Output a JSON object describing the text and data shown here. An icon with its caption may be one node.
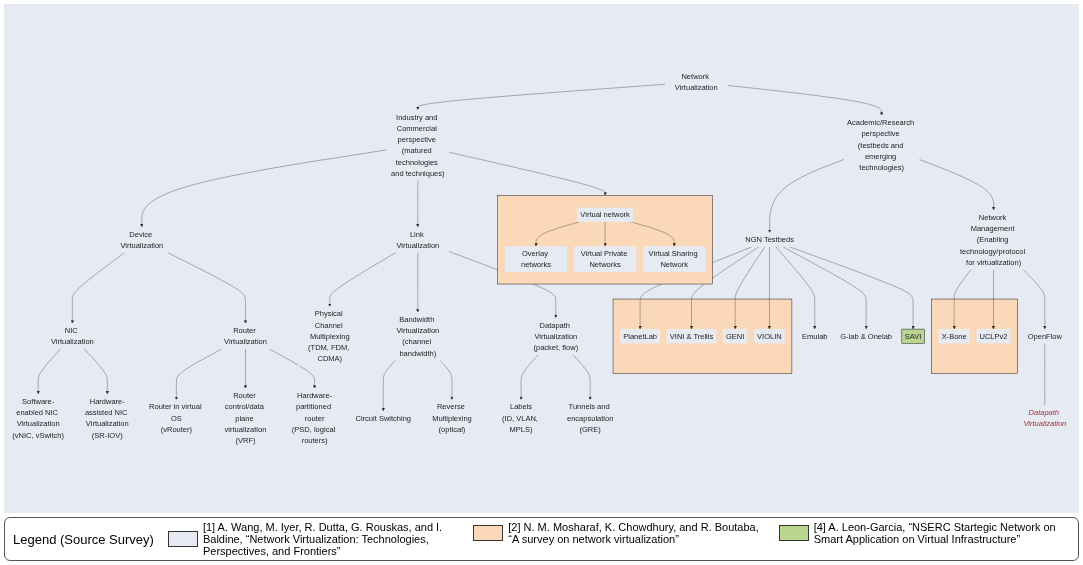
{
  "diagram": {
    "nodes": [
      {
        "text": [
          "Network Virtualization"
        ]
      },
      {
        "text": [
          "Industry and Commercial perspective (matured technologies and techniques)"
        ]
      },
      {
        "text": [
          "Academic/Research perspective (testbeds and emerging technologies)"
        ]
      },
      {
        "text": [
          "Device Virtualization"
        ]
      },
      {
        "text": [
          "Link Virtualization"
        ]
      },
      {
        "text": [],
        "shape": "box"
      },
      {
        "text": [
          "Virtual network"
        ],
        "in": 5
      },
      {
        "text": [
          "Overlay networks"
        ],
        "in": 5
      },
      {
        "text": [
          "Virtual Private Networks"
        ],
        "in": 5
      },
      {
        "text": [
          "Virtual Sharing Network"
        ],
        "in": 5
      },
      {
        "text": [
          "NIC Virtualization"
        ]
      },
      {
        "text": [
          "Router Virtualization"
        ]
      },
      {
        "text": [
          "Physical Channel Multiplexing",
          "(TDM, FDM, CDMA)"
        ]
      },
      {
        "text": [
          "Bandwidth Virtualization",
          "(channel bandwidth)"
        ]
      },
      {
        "text": [
          "Datapath Virtualization",
          "(packet, flow)"
        ]
      },
      {
        "text": [
          "Software-enabled NIC Virtualization",
          "(vNIC, vSwitch)"
        ]
      },
      {
        "text": [
          "Hardware-assisted NIC Virtualization",
          "(SR-IOV)"
        ]
      },
      {
        "text": [
          "Circuit Switching"
        ]
      },
      {
        "text": [
          "Reverse Multiplexing",
          "(optical)"
        ]
      },
      {
        "text": [
          "Labels",
          "(ID, VLAN, MPLS)"
        ]
      },
      {
        "text": [
          "Tunnels and encapsulation",
          "(GRE)"
        ]
      },
      {
        "text": [
          "Router in virtual OS",
          "(vRouter)"
        ]
      },
      {
        "text": [
          "Router control/data plane virtualization",
          "(VRF)"
        ]
      },
      {
        "text": [
          "Hardware-partitioned router",
          "(PSD, logical routers)"
        ]
      },
      {
        "text": [
          "NGN Testbeds"
        ]
      },
      {
        "text": [
          "Network Management (Enabling technology/protocol for virtualization)"
        ]
      },
      {
        "text": [],
        "shape": "box"
      },
      {
        "text": [
          "PlanetLab"
        ],
        "in": 26
      },
      {
        "text": [
          "VINI & Trellis"
        ],
        "in": 26
      },
      {
        "text": [
          "GENI"
        ],
        "in": 26
      },
      {
        "text": [
          "VIOLIN"
        ],
        "in": 26
      },
      {
        "text": [
          "Emulab"
        ]
      },
      {
        "text": [
          "G-lab & Onelab"
        ]
      },
      {
        "text": [
          "SAVI"
        ]
      },
      {
        "text": [],
        "shape": "box"
      },
      {
        "text": [
          "X-Bone"
        ],
        "in": 34
      },
      {
        "text": [
          "UCLPv2"
        ],
        "in": 34
      },
      {
        "text": [
          "OpenFlow"
        ]
      },
      {
        "text": [
          "Datapath Virtualization"
        ]
      }
    ],
    "edges": [
      {
        "from": 0,
        "to": 1,
        "arrow": "to"
      },
      {
        "from": 0,
        "to": 2,
        "arrow": "to"
      },
      {
        "from": 1,
        "to": 3,
        "arrow": "to"
      },
      {
        "from": 1,
        "to": 4,
        "arrow": "to"
      },
      {
        "from": 1,
        "to": 5,
        "arrow": "to"
      },
      {
        "from": 6,
        "to": 7,
        "arrow": "to"
      },
      {
        "from": 6,
        "to": 8,
        "arrow": "to"
      },
      {
        "from": 6,
        "to": 9,
        "arrow": "to"
      },
      {
        "from": 3,
        "to": 10,
        "arrow": "to"
      },
      {
        "from": 3,
        "to": 11,
        "arrow": "to"
      },
      {
        "from": 4,
        "to": 12,
        "arrow": "to"
      },
      {
        "from": 4,
        "to": 13,
        "arrow": "to"
      },
      {
        "from": 4,
        "to": 14,
        "arrow": "to"
      },
      {
        "from": 10,
        "to": 15,
        "arrow": "to"
      },
      {
        "from": 10,
        "to": 16,
        "arrow": "to"
      },
      {
        "from": 13,
        "to": 17,
        "arrow": "to"
      },
      {
        "from": 13,
        "to": 18,
        "arrow": "to"
      },
      {
        "from": 14,
        "to": 19,
        "arrow": "to"
      },
      {
        "from": 14,
        "to": 20,
        "arrow": "to"
      },
      {
        "from": 11,
        "to": 21,
        "arrow": "to"
      },
      {
        "from": 11,
        "to": 22,
        "arrow": "to"
      },
      {
        "from": 11,
        "to": 23,
        "arrow": "to"
      },
      {
        "from": 2,
        "to": 24,
        "arrow": "to"
      },
      {
        "from": 2,
        "to": 25,
        "arrow": "to"
      },
      {
        "from": 24,
        "to": 27,
        "arrow": "to"
      },
      {
        "from": 24,
        "to": 28,
        "arrow": "to"
      },
      {
        "from": 24,
        "to": 29,
        "arrow": "to"
      },
      {
        "from": 24,
        "to": 30,
        "arrow": "to"
      },
      {
        "from": 24,
        "to": 31,
        "arrow": "to"
      },
      {
        "from": 24,
        "to": 32,
        "arrow": "to"
      },
      {
        "from": 24,
        "to": 33,
        "arrow": "to"
      },
      {
        "from": 25,
        "to": 35,
        "arrow": "to"
      },
      {
        "from": 25,
        "to": 36,
        "arrow": "to"
      },
      {
        "from": 25,
        "to": 37,
        "arrow": "to"
      },
      {
        "from": 37,
        "to": 38,
        "arrow": "none"
      }
    ],
    "labels": [
      "Legend (Source Survey)"
    ],
    "legend": [
      {
        "text": "[1] A. Wang, M. Iyer, R. Dutta, G. Rouskas, and I. Baldine, “Network Virtualization: Technologies, Perspectives, and Frontiers”",
        "color": "#e6ebf3"
      },
      {
        "text": "[2] N. M. Mosharaf, K. Chowdhury, and R. Boutaba, “A survey on network virtualization”",
        "color": "#fbd9b8"
      },
      {
        "text": "[4] A. Leon-Garcia, “NSERC Startegic Network on Smart Application on Virtual Infrastructure”",
        "color": "#b9d68f"
      }
    ]
  }
}
